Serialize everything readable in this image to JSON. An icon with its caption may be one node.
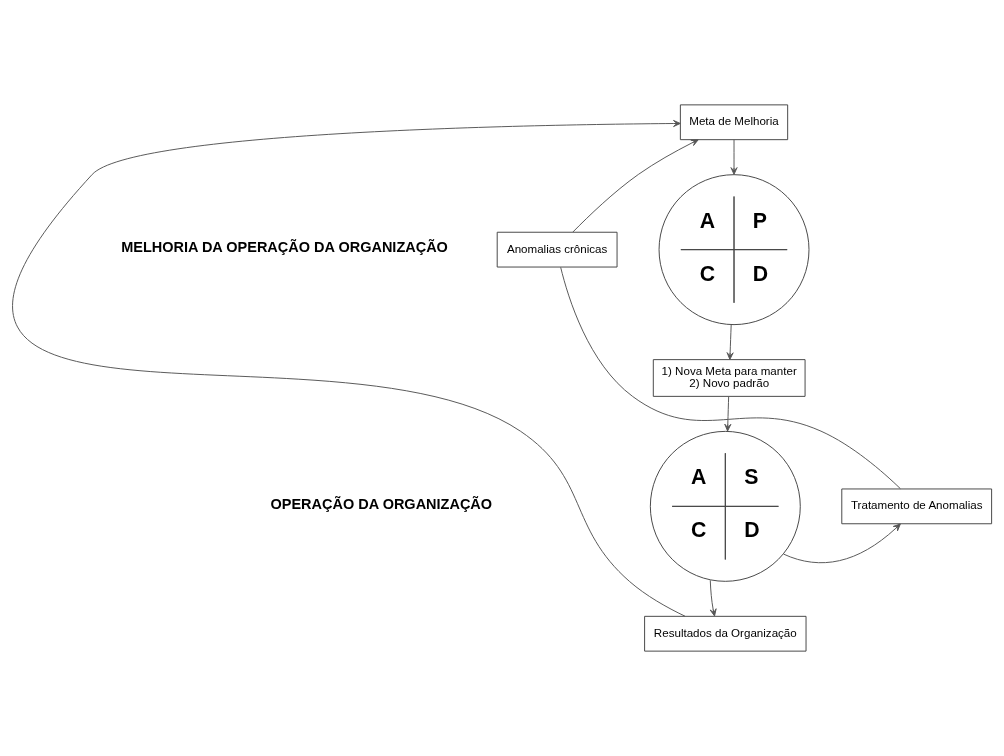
{
  "diagram": {
    "nodes": [
      {
        "text": [
          "Meta de Melhoria"
        ]
      },
      {
        "text": [
          "Anomalias crônicas"
        ]
      },
      {
        "text": [
          "A",
          "P",
          "C",
          "D"
        ]
      },
      {
        "text": [
          "1) Nova Meta para manter",
          "2) Novo padrão"
        ]
      },
      {
        "text": [
          "A",
          "S",
          "C",
          "D"
        ]
      },
      {
        "text": [
          "Tratamento de Anomalias"
        ]
      },
      {
        "text": [
          "Resultados da Organização"
        ]
      }
    ],
    "edges": [
      {
        "from": 1,
        "to": 0,
        "arrow": "to"
      },
      {
        "from": 0,
        "to": 2,
        "arrow": "to"
      },
      {
        "from": 2,
        "to": 3,
        "arrow": "to"
      },
      {
        "from": 3,
        "to": 4,
        "arrow": "to"
      },
      {
        "from": 4,
        "to": 5,
        "arrow": "to"
      },
      {
        "from": 5,
        "to": 1,
        "arrow": "none"
      },
      {
        "from": 4,
        "to": 6,
        "arrow": "to"
      },
      {
        "from": 6,
        "to": 0,
        "arrow": "to"
      }
    ],
    "labels": [
      "MELHORIA DA OPERAÇÃO DA ORGANIZAÇÃO",
      "OPERAÇÃO DA ORGANIZAÇÃO"
    ]
  }
}
